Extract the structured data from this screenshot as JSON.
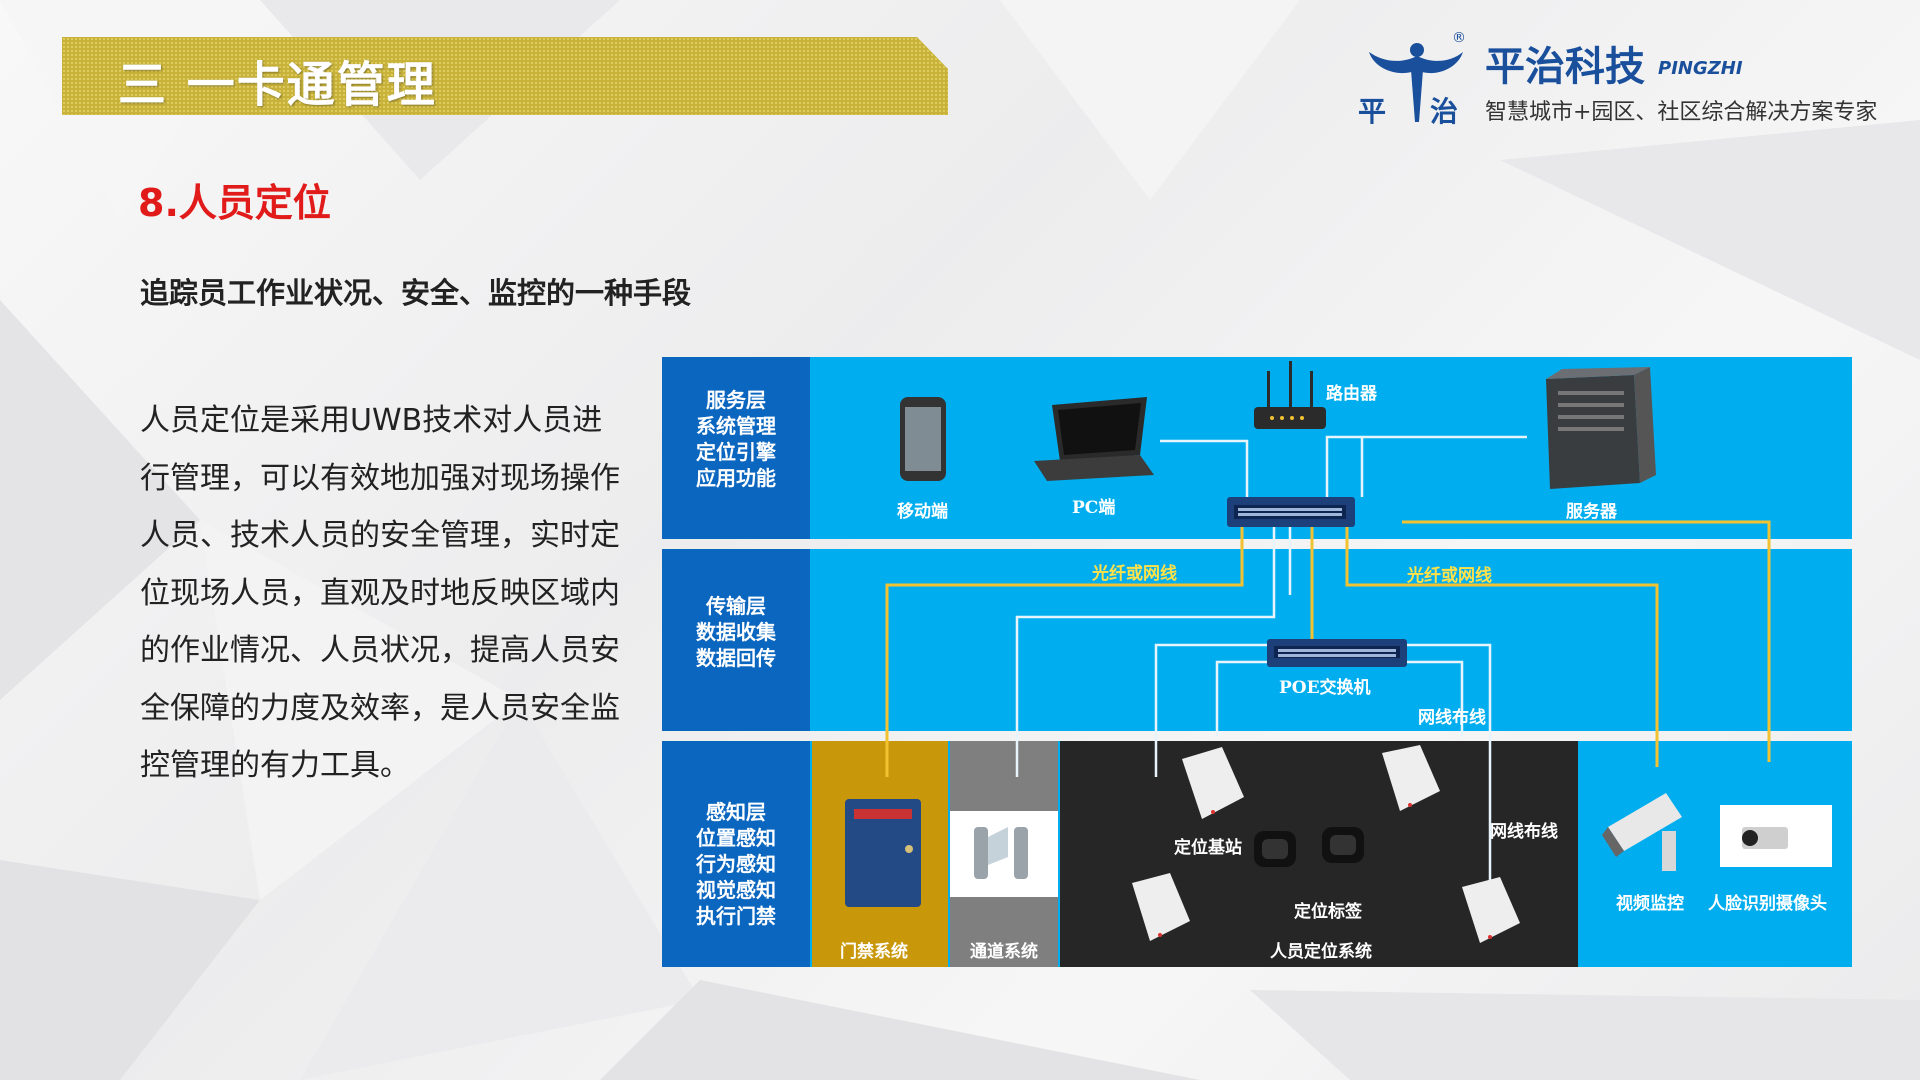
{
  "header": {
    "title": "三 一卡通管理"
  },
  "logo": {
    "name": "平治科技",
    "english": "PINGZHI",
    "slogan": "智慧城市+园区、社区综合解决方案专家",
    "char_left": "平",
    "char_right": "治",
    "registered": "®"
  },
  "section": {
    "title": "8.人员定位",
    "subtitle": "追踪员工作业状况、安全、监控的一种手段",
    "body": "人员定位是采用UWB技术对人员进行管理，可以有效地加强对现场操作人员、技术人员的安全管理，实时定位现场人员，直观及时地反映区域内的作业情况、人员状况，提高人员安全保障的力度及效率，是人员安全监控管理的有力工具。"
  },
  "diagram": {
    "layers": [
      {
        "lines": [
          "服务层",
          "系统管理",
          "定位引擎",
          "应用功能"
        ]
      },
      {
        "lines": [
          "传输层",
          "数据收集",
          "数据回传"
        ]
      },
      {
        "lines": [
          "感知层",
          "位置感知",
          "行为感知",
          "视觉感知",
          "执行门禁"
        ]
      }
    ],
    "labels": {
      "router": "路由器",
      "mobile": "移动端",
      "pc": "PC端",
      "server": "服务器",
      "fiber_left": "光纤或网线",
      "fiber_right": "光纤或网线",
      "poe": "POE交换机",
      "cabling_1": "网线布线",
      "cabling_2": "网线布线",
      "base_station": "定位基站",
      "tag": "定位标签",
      "access_system": "门禁系统",
      "channel_system": "通道系统",
      "positioning_system": "人员定位系统",
      "video_monitor": "视频监控",
      "face_camera": "人脸识别摄像头"
    },
    "colors": {
      "layer_bg": "#00aeef",
      "layer_label_bg": "#0b66bf",
      "access_bg": "#c9970a",
      "channel_bg": "#7f7f7f",
      "positioning_bg": "#262626",
      "cable_yellow": "#f2c230"
    }
  }
}
